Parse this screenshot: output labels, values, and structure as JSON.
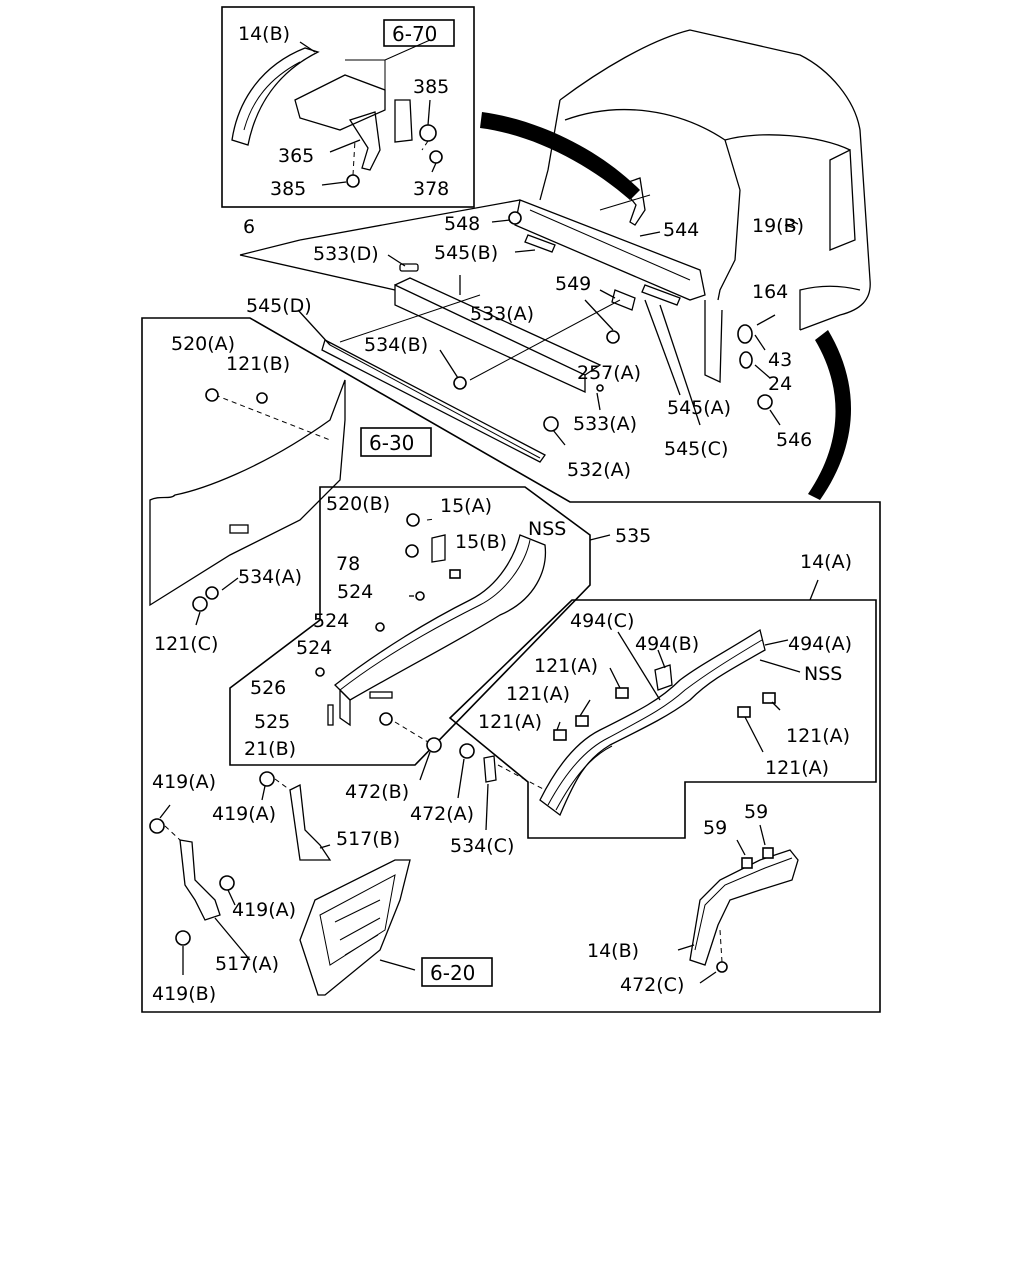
{
  "diagram": {
    "labels": {
      "l14b_inset": "14(B)",
      "l385a": "385",
      "l365": "365",
      "l385b": "385",
      "l378": "378",
      "l548": "548",
      "l544": "544",
      "l19b": "19(B)",
      "l6": "6",
      "l533d": "533(D)",
      "l545b": "545(B)",
      "l549": "549",
      "l164": "164",
      "l545d": "545(D)",
      "l533a_1": "533(A)",
      "l534b": "534(B)",
      "l43": "43",
      "l257a": "257(A)",
      "l24": "24",
      "l545a": "545(A)",
      "l533a_2": "533(A)",
      "l546": "546",
      "l545c": "545(C)",
      "l532a": "532(A)",
      "l520a": "520(A)",
      "l121b": "121(B)",
      "l520b": "520(B)",
      "l15a": "15(A)",
      "lnss1": "NSS",
      "l535": "535",
      "l78": "78",
      "l15b": "15(B)",
      "l14a": "14(A)",
      "l524_1": "524",
      "l534a": "534(A)",
      "l524_2": "524",
      "l494c": "494(C)",
      "l494b": "494(B)",
      "l494a": "494(A)",
      "l524_3": "524",
      "l121c": "121(C)",
      "lnss2": "NSS",
      "l121a_1": "121(A)",
      "l526": "526",
      "l121a_2": "121(A)",
      "l525": "525",
      "l121a_3": "121(A)",
      "l121a_4": "121(A)",
      "l21b": "21(B)",
      "l121a_5": "121(A)",
      "l419a_1": "419(A)",
      "l472b": "472(B)",
      "l419a_2": "419(A)",
      "l472a": "472(A)",
      "l517b": "517(B)",
      "l534c": "534(C)",
      "l59_1": "59",
      "l59_2": "59",
      "l419a_3": "419(A)",
      "l14b": "14(B)",
      "l517a": "517(A)",
      "l472c": "472(C)",
      "l419b": "419(B)"
    },
    "refs": {
      "r670": "6-70",
      "r630": "6-30",
      "r620": "6-20"
    }
  }
}
